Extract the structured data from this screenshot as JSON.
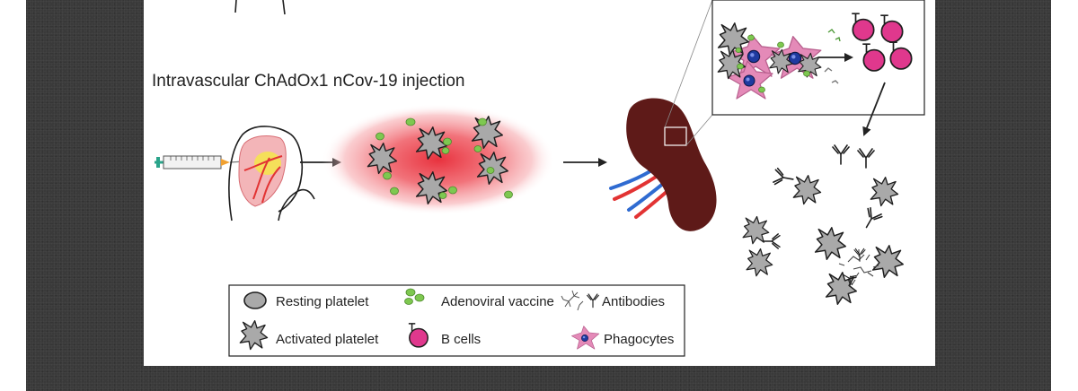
{
  "figure": {
    "title": "Intravascular ChAdOx1 nCov-19 injection",
    "colors": {
      "page_bg": "#3a3a3a",
      "platelet_fill": "#a9a9a9",
      "vaccine_green": "#7ec850",
      "b_cell_pink": "#e0388d",
      "phagocyte_pink": "#e48ab8",
      "spleen_brown": "#5e1a18",
      "vessel_red": "#e23333",
      "vessel_blue": "#2f6bd1",
      "cloud_red": "#e8323e"
    }
  },
  "legend": {
    "items": [
      {
        "label": "Resting platelet",
        "icon": "resting-platelet-icon"
      },
      {
        "label": "Adenoviral vaccine",
        "icon": "adenoviral-vaccine-icon"
      },
      {
        "label": "Antibodies",
        "icon": "antibodies-icon"
      },
      {
        "label": "Activated platelet",
        "icon": "activated-platelet-icon"
      },
      {
        "label": "B cells",
        "icon": "b-cell-icon"
      },
      {
        "label": "Phagocytes",
        "icon": "phagocyte-icon"
      }
    ]
  }
}
